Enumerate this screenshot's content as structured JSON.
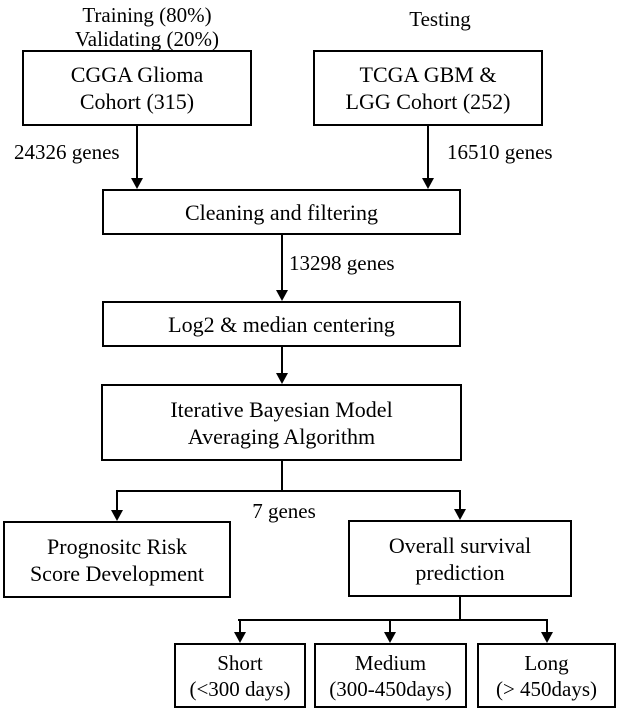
{
  "colors": {
    "ink": "#000000",
    "background": "#ffffff"
  },
  "flow": {
    "top_labels": {
      "training": "Training (80%)",
      "validating": "Validating (20%)",
      "testing": "Testing"
    },
    "edge_labels": {
      "cgga_genes": "24326 genes",
      "tcga_genes": "16510 genes",
      "filtered_genes": "13298 genes",
      "selected_genes": "7 genes"
    },
    "nodes": {
      "cgga": {
        "lines": [
          "CGGA Glioma",
          "Cohort (315)"
        ]
      },
      "tcga": {
        "lines": [
          "TCGA GBM &",
          "LGG Cohort (252)"
        ]
      },
      "cleaning": {
        "lines": [
          "Cleaning and filtering"
        ]
      },
      "log2": {
        "lines": [
          "Log2 & median centering"
        ]
      },
      "ibma": {
        "lines": [
          "Iterative Bayesian Model",
          "Averaging Algorithm"
        ]
      },
      "prognostic": {
        "lines": [
          "Prognositc Risk",
          "Score Development"
        ]
      },
      "overall": {
        "lines": [
          "Overall survival",
          "prediction"
        ]
      },
      "short": {
        "lines": [
          "Short",
          "(<300 days)"
        ]
      },
      "medium": {
        "lines": [
          "Medium",
          "(300-450days)"
        ]
      },
      "long": {
        "lines": [
          "Long",
          "(> 450days)"
        ]
      }
    }
  }
}
